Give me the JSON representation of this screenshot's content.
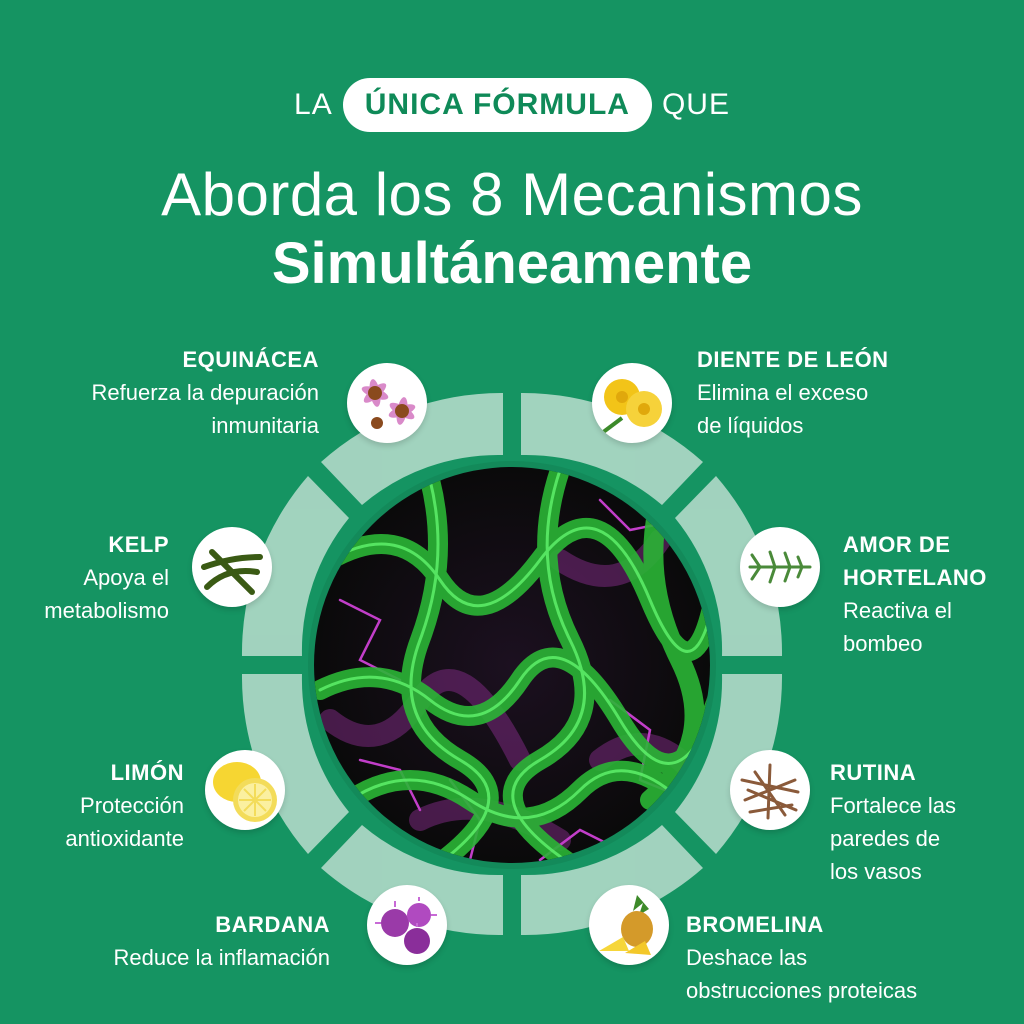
{
  "header": {
    "pre_left": "LA",
    "pill": "ÚNICA FÓRMULA",
    "pre_right": "QUE",
    "title_line1": "Aborda los 8 Mecanismos",
    "title_line2": "Simultáneamente"
  },
  "ingredients": [
    {
      "name": "EQUINÁCEA",
      "desc1": "Refuerza la depuración",
      "desc2": "inmunitaria",
      "icon": "echinacea-flower-icon"
    },
    {
      "name": "DIENTE DE LEÓN",
      "desc1": "Elimina el exceso",
      "desc2": "de líquidos",
      "icon": "dandelion-flower-icon"
    },
    {
      "name": "KELP",
      "desc1": "Apoya el",
      "desc2": "metabolismo",
      "icon": "kelp-seaweed-icon"
    },
    {
      "name1": "AMOR DE",
      "name2": "HORTELANO",
      "desc1": "Reactiva el",
      "desc2": "bombeo",
      "icon": "cleavers-herb-icon"
    },
    {
      "name": "LIMÓN",
      "desc1": "Protección",
      "desc2": "antioxidante",
      "icon": "lemon-icon"
    },
    {
      "name": "RUTINA",
      "desc1": "Fortalece las",
      "desc2": "paredes de",
      "desc3": "los vasos",
      "icon": "rutin-fiber-icon"
    },
    {
      "name": "BARDANA",
      "desc1": "Reduce la inflamación",
      "icon": "burdock-flower-icon"
    },
    {
      "name": "BROMELINA",
      "desc1": "Deshace las",
      "desc2": "obstrucciones proteicas",
      "icon": "pineapple-icon"
    }
  ],
  "colors": {
    "background": "#159462",
    "ring": "#a9d6c3",
    "pill_text": "#0f8a58"
  },
  "center_image": "lymphatic-vessels-microscopy-image"
}
